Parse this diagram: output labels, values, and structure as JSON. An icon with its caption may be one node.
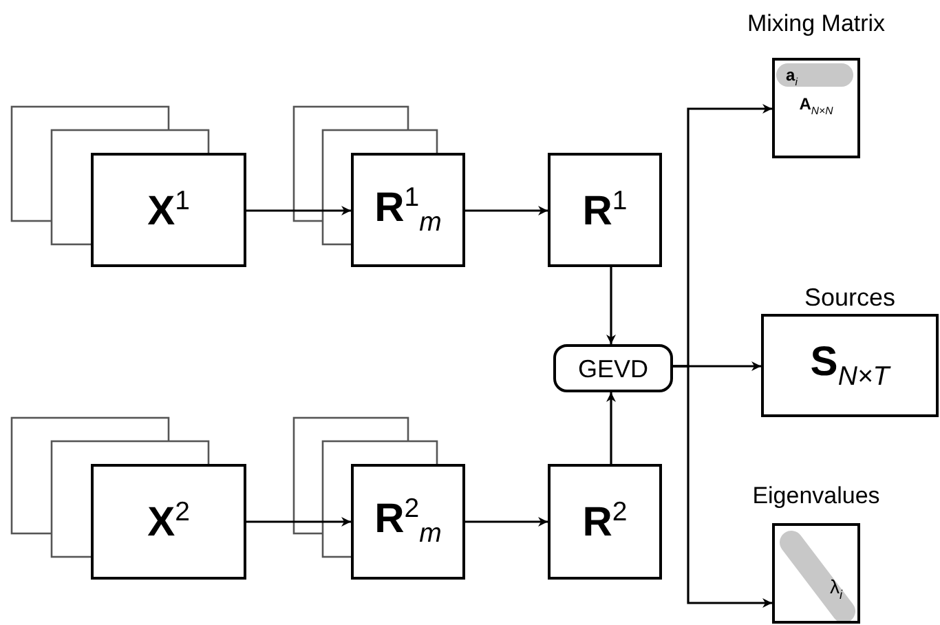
{
  "diagram": {
    "nodes": [
      {
        "text": [
          "**X**$^{1}$"
        ]
      },
      {
        "text": [
          "**R**$^{1}$$_{m}$"
        ]
      },
      {
        "text": [
          "**R**$^{1}$"
        ]
      },
      {
        "text": [
          "GEVD"
        ]
      },
      {
        "text": [
          "**X**$^{2}$"
        ]
      },
      {
        "text": [
          "**R**$^{2}$$_{m}$"
        ]
      },
      {
        "text": [
          "**R**$^{2}$"
        ]
      },
      {
        "text": [
          "Mixing Matrix",
          "**a**$_{i}$",
          "**A**$_{N×N}$"
        ]
      },
      {
        "text": [
          "Sources",
          "**S**$_{N×T}$"
        ]
      },
      {
        "text": [
          "Eigenvalues",
          "λ$_{i}$"
        ]
      }
    ],
    "edges": [
      {
        "from": 0,
        "to": 1,
        "arrow": "to"
      },
      {
        "from": 1,
        "to": 2,
        "arrow": "to"
      },
      {
        "from": 2,
        "to": 3,
        "arrow": "to"
      },
      {
        "from": 4,
        "to": 5,
        "arrow": "to"
      },
      {
        "from": 5,
        "to": 6,
        "arrow": "to"
      },
      {
        "from": 6,
        "to": 3,
        "arrow": "to"
      },
      {
        "from": 3,
        "to": 7,
        "arrow": "to"
      },
      {
        "from": 3,
        "to": 8,
        "arrow": "to"
      },
      {
        "from": 3,
        "to": 9,
        "arrow": "to"
      }
    ]
  }
}
